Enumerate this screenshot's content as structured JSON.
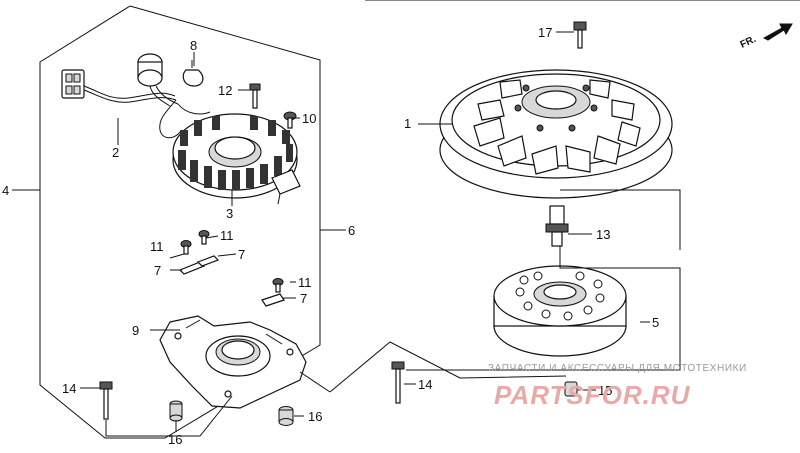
{
  "diagram": {
    "callouts": {
      "c1": "1",
      "c2": "2",
      "c3": "3",
      "c4": "4",
      "c5": "5",
      "c6": "6",
      "c7a": "7",
      "c7b": "7",
      "c7c": "7",
      "c8": "8",
      "c9": "9",
      "c10": "10",
      "c11a": "11",
      "c11b": "11",
      "c11c": "11",
      "c12": "12",
      "c13": "13",
      "c14a": "14",
      "c14b": "14",
      "c15": "15",
      "c16a": "16",
      "c16b": "16",
      "c17": "17"
    },
    "direction_label": "FR."
  },
  "watermark": {
    "tagline": "ЗАПЧАСТИ И АКСЕССУАРЫ ДЛЯ МОТОТЕХНИКИ",
    "brand": "PARTSFOR.RU"
  }
}
